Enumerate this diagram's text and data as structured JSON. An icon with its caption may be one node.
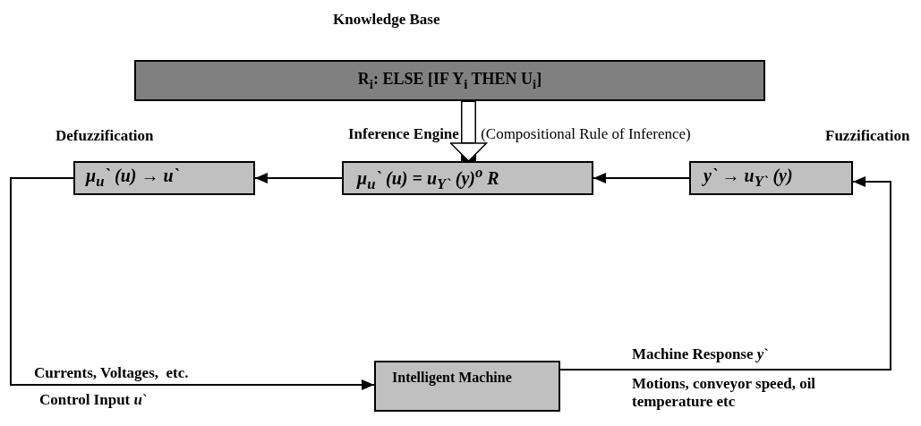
{
  "diagram": {
    "nodes": [
      {
        "text": [
          "Knowledge Base",
          "R$_{i}$: ELSE [IF Y$_{i}$ THEN U$_{i}$]"
        ]
      },
      {
        "text": [
          "Defuzzification",
          "μ$_{u}$` (u) → u`"
        ]
      },
      {
        "text": [
          "**Inference Engine** (Compositional Rule of Inference)",
          "μ$_{u}$` (u) = u$_{Y`}$ (y)$^{o}$ R"
        ]
      },
      {
        "text": [
          "Fuzzification",
          "y` → u$_{Y`}$ (y)"
        ]
      },
      {
        "text": [
          "Intelligent Machine"
        ]
      }
    ],
    "edges": [
      {
        "from": 0,
        "to": 2,
        "arrow": "to",
        "style": "thick"
      },
      {
        "from": 2,
        "to": 1,
        "arrow": "to"
      },
      {
        "from": 3,
        "to": 2,
        "arrow": "to"
      },
      {
        "from": 1,
        "to": 4,
        "arrow": "to",
        "label": "Currents, Voltages,  etc."
      },
      {
        "from": 4,
        "to": 3,
        "arrow": "to",
        "label": "Machine Response *y*`"
      }
    ],
    "labels": [
      "Control Input *u*`",
      "Motions, conveyor speed, oil temperature etc"
    ]
  }
}
